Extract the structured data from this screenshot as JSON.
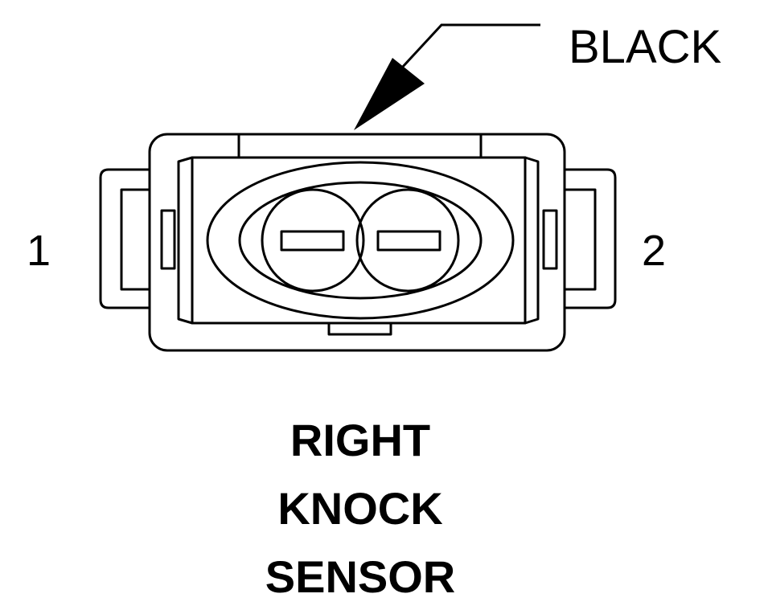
{
  "colors": {
    "ink": "#000000",
    "background": "#ffffff"
  },
  "connector": {
    "color_callout": "BLACK",
    "pin_left": "1",
    "pin_right": "2"
  },
  "caption": {
    "line1": "RIGHT",
    "line2": "KNOCK",
    "line3": "SENSOR"
  }
}
